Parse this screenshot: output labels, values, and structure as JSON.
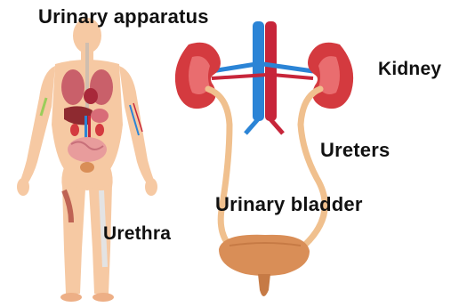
{
  "labels": {
    "title": "Urinary apparatus",
    "kidney": "Kidney",
    "ureters": "Ureters",
    "bladder": "Urinary bladder",
    "urethra": "Urethra"
  },
  "colors": {
    "skin": "#F6C9A3",
    "skin_shadow": "#EDAF86",
    "kidney": "#D43A3F",
    "kidney_inner": "#E96D6F",
    "vein": "#2B84D6",
    "artery": "#C7253A",
    "ureter": "#F0C08E",
    "bladder": "#D98E57",
    "lung": "#C9606A",
    "liver": "#8E2A30",
    "intestine": "#E89C9C"
  }
}
